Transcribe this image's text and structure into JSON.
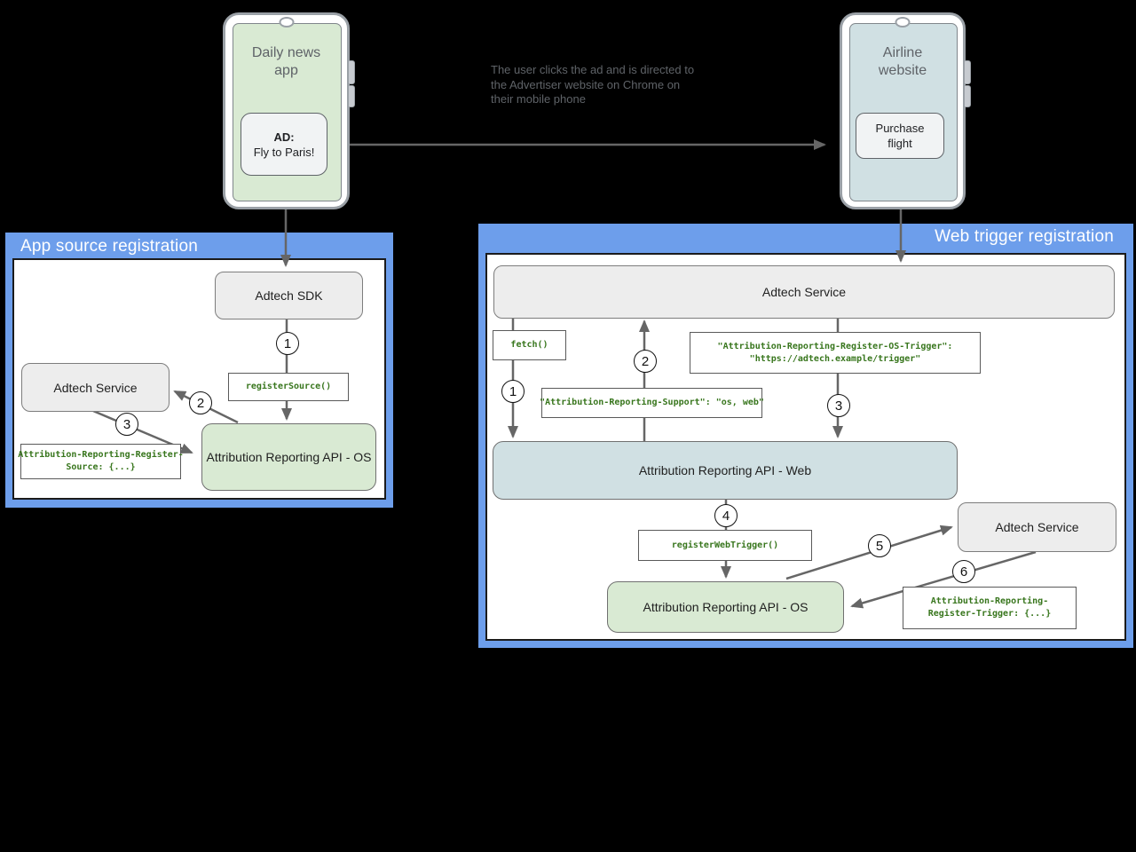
{
  "colors": {
    "panel_blue": "#6d9eeb",
    "green_fill": "#d9ead3",
    "bluegray_fill": "#d0e0e3",
    "gray_fill": "#ededed",
    "code_green": "#38761d",
    "arrow_gray": "#666666"
  },
  "annotation": {
    "line1": "The user clicks the ad and is directed to",
    "line2": "the Advertiser website on Chrome on",
    "line3": "their mobile phone"
  },
  "phone_left": {
    "title": "Daily news app",
    "ad_label": "AD:",
    "ad_text": "Fly to Paris!"
  },
  "phone_right": {
    "title": "Airline website",
    "button": "Purchase flight"
  },
  "app_panel": {
    "title": "App source registration",
    "adtech_sdk": "Adtech SDK",
    "register_source": "registerSource()",
    "adtech_service": "Adtech Service",
    "register_source_header": [
      "Attribution-Reporting-Register-",
      "Source: {...}"
    ],
    "api_os": "Attribution Reporting API - OS",
    "steps": [
      "1",
      "2",
      "3"
    ]
  },
  "web_panel": {
    "title": "Web trigger registration",
    "adtech_service_top": "Adtech Service",
    "fetch": "fetch()",
    "os_trigger_header": [
      "\"Attribution-Reporting-Register-OS-Trigger\":",
      "\"https://adtech.example/trigger\""
    ],
    "support_header": "\"Attribution-Reporting-Support\": \"os, web\"",
    "api_web": "Attribution Reporting API - Web",
    "register_web_trigger": "registerWebTrigger()",
    "adtech_service_right": "Adtech Service",
    "api_os": "Attribution Reporting API - OS",
    "register_trigger_header": [
      "Attribution-Reporting-",
      "Register-Trigger: {...}"
    ],
    "steps": [
      "1",
      "2",
      "3",
      "4",
      "5",
      "6"
    ]
  }
}
